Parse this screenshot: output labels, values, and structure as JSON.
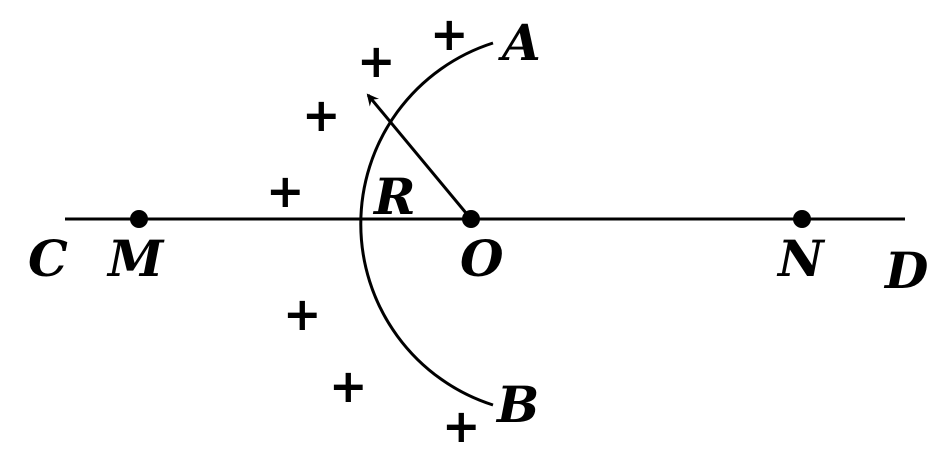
{
  "labels": {
    "C": "C",
    "M": "M",
    "O": "O",
    "N": "N",
    "D": "D",
    "A": "A",
    "B": "B",
    "R": "R"
  },
  "charge_sign": "+",
  "colors": {
    "ink": "#000000",
    "background": "#ffffff"
  }
}
